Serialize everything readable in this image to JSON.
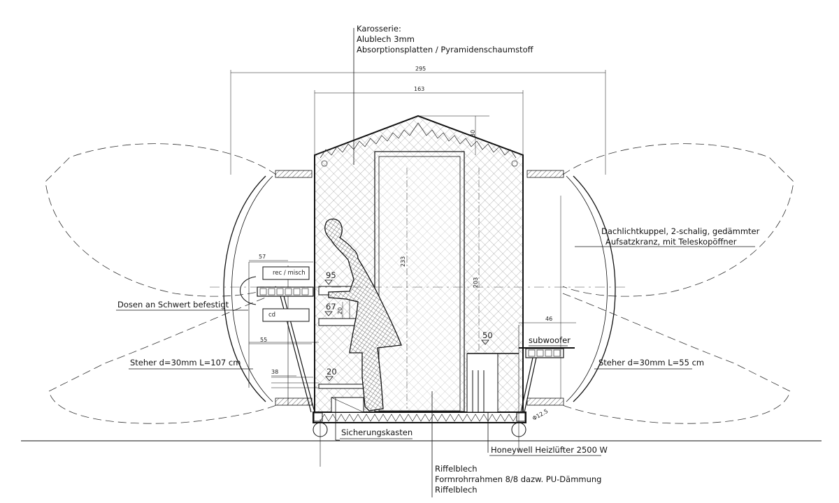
{
  "labels": {
    "karosserie": [
      "Karosserie:",
      "Alublech 3mm",
      "Absorptionsplatten / Pyramidenschaumstoff"
    ],
    "dachlicht": [
      "Dachlichtkuppel, 2-schalig, gedämmter",
      "Aufsatzkranz, mit Teleskopöffner"
    ],
    "dosen": "Dosen an Schwert befestigt",
    "steher_left": "Steher d=30mm L=107 cm",
    "steher_right": "Steher d=30mm L=55 cm",
    "sicherung": "Sicherungskasten",
    "heizluefter": "Honeywell Heizlüfter 2500 W",
    "boden": [
      "Riffelblech",
      "Formrohrrahmen 8/8 dazw. PU-Dämmung",
      "Riffelblech"
    ],
    "rec_misch": "rec / misch",
    "cd": "cd",
    "subwoofer": "subwoofer"
  },
  "dimensions": {
    "d295": "295",
    "d163": "163",
    "d30": "30",
    "d233": "233",
    "d203": "203",
    "d57": "57",
    "d55": "55",
    "d38": "38",
    "d46": "46",
    "d20": "20",
    "phi": "Φ12.5",
    "h95": "95",
    "h67": "67",
    "h50": "50",
    "h20": "20"
  },
  "colors": {
    "line": "#111111",
    "thin": "#333333",
    "hatch": "#8a8a8a"
  }
}
